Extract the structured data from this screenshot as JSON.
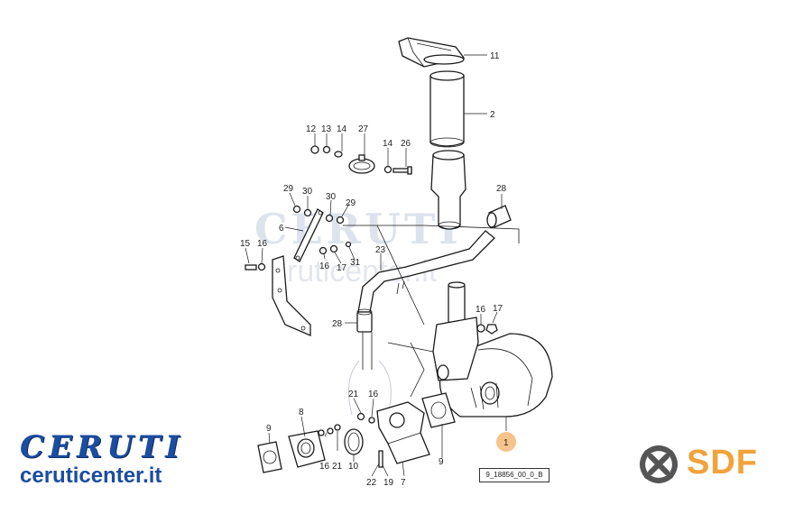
{
  "watermark": {
    "brand": "CERUTI",
    "url": "ruticenter.it"
  },
  "brand": {
    "title": "CERUTI",
    "url": "ceruticenter.it",
    "sdf": "SDF",
    "sdf_icon": "sdf-knot-icon",
    "colors": {
      "ceruti_blue": "#1b4da0",
      "sdf_orange": "#f2a23a",
      "sdf_grey": "#555555",
      "highlight": "#f5c48a"
    }
  },
  "drawing_code": "9_18856_00_0_B",
  "callouts": {
    "c11": "11",
    "c2": "2",
    "c12": "12",
    "c13": "13",
    "c14a": "14",
    "c27": "27",
    "c14b": "14",
    "c26": "26",
    "c28a": "28",
    "c29a": "29",
    "c30a": "30",
    "c30b": "30",
    "c29b": "29",
    "c6": "6",
    "c15": "15",
    "c16a": "16",
    "c16b": "16",
    "c17a": "17",
    "c31": "31",
    "c23": "23",
    "c28b": "28",
    "c16c": "16",
    "c17b": "17",
    "c21a": "21",
    "c16d": "16",
    "c9a": "9",
    "c8": "8",
    "c16e": "16",
    "c21b": "21",
    "c10": "10",
    "c22": "22",
    "c19": "19",
    "c7": "7",
    "c9b": "9",
    "c1": "1"
  }
}
